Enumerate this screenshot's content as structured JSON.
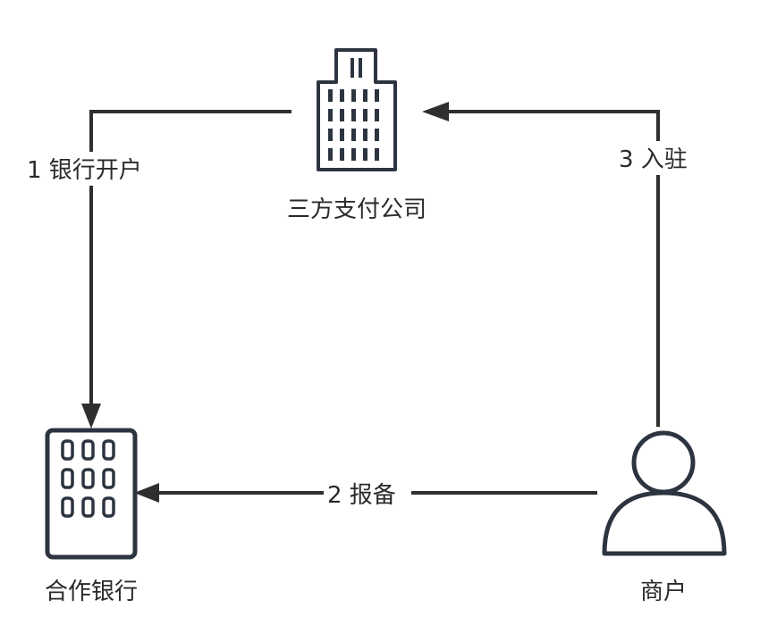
{
  "nodes": {
    "third_party_payment": {
      "label": "三方支付公司",
      "icon": "office-tower-icon"
    },
    "partner_bank": {
      "label": "合作银行",
      "icon": "office-building-icon"
    },
    "merchant": {
      "label": "商户",
      "icon": "user-icon"
    }
  },
  "edges": {
    "bank_account": {
      "label": "1 银行开户",
      "from": "third_party_payment",
      "to": "partner_bank"
    },
    "report": {
      "label": "2 报备",
      "from": "merchant",
      "to": "partner_bank"
    },
    "onboard": {
      "label": "3 入驻",
      "from": "merchant",
      "to": "third_party_payment"
    }
  },
  "colors": {
    "line": "#2f2f2f",
    "icon_stroke": "#2c3440",
    "text": "#2a2a2a",
    "background": "#ffffff"
  }
}
